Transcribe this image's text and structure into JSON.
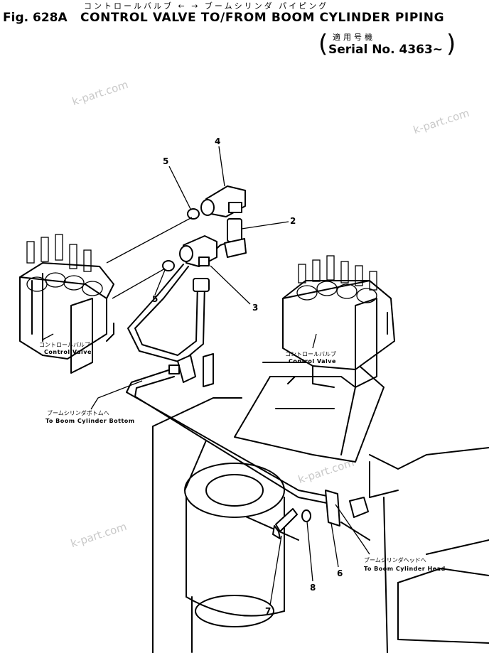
{
  "header": {
    "fig_label": "Fig. 628A",
    "title": "CONTROL VALVE TO/FROM BOOM CYLINDER PIPING",
    "title_jp": "コントロールバルブ ← → ブームシリンダ パイピング",
    "serial_jp": "適用号機",
    "serial": "Serial No. 4363~"
  },
  "watermarks": [
    "k-part.com",
    "k-part.com",
    "k-part.com",
    "k-part.com"
  ],
  "labels": {
    "control_valve_left_jp": "コントロールバルブ",
    "control_valve_left_en": "Control Valve",
    "control_valve_right_jp": "コントロールバルブ",
    "control_valve_right_en": "Control Valve",
    "boom_bottom_jp": "ブームシリンダボトムへ",
    "boom_bottom_en": "To Boom Cylinder Bottom",
    "boom_head_jp": "ブームシリンダヘッドへ",
    "boom_head_en": "To Boom Cylinder Head"
  },
  "callouts": {
    "n2": "2",
    "n3": "3",
    "n4": "4",
    "n5a": "5",
    "n5b": "5",
    "n6": "6",
    "n7": "7",
    "n8": "8"
  }
}
